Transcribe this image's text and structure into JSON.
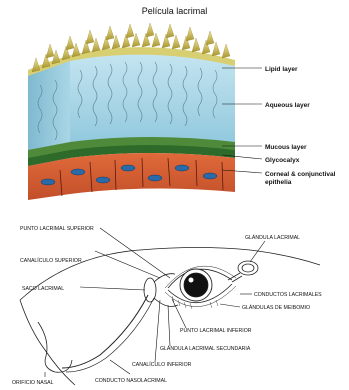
{
  "title": "Película lacrimal",
  "tear_film_labels": [
    "Lipid layer",
    "Aqueous layer",
    "Mucous layer",
    "Glycocalyx",
    "Corneal & conjunctival",
    "epithelia"
  ],
  "lacrimal_labels": {
    "punto_superior": "PUNTO LACRIMAL SUPERIOR",
    "canaliculo_superior": "CANALÍCULO SUPERIOR",
    "saco_lacrimal": "SACO LACRIMAL",
    "glandula_lacrimal": "GLÁNDULA LACRIMAL",
    "conductos_lacrimales": "CONDUCTOS LACRIMALES",
    "glandulas_meibomio": "GLÁNDULAS DE MEIBOMIO",
    "punto_inferior": "PUNTO LACRIMAL INFERIOR",
    "glandula_secundaria": "GLÁNDULA LACRIMAL SECUNDARIA",
    "canaliculo_inferior": "CANALÍCULO INFERIOR",
    "orificio_nasal": "ORIFICIO NASAL",
    "conducto_nasolacrimal": "CONDUCTO NASOLACRIMAL"
  }
}
